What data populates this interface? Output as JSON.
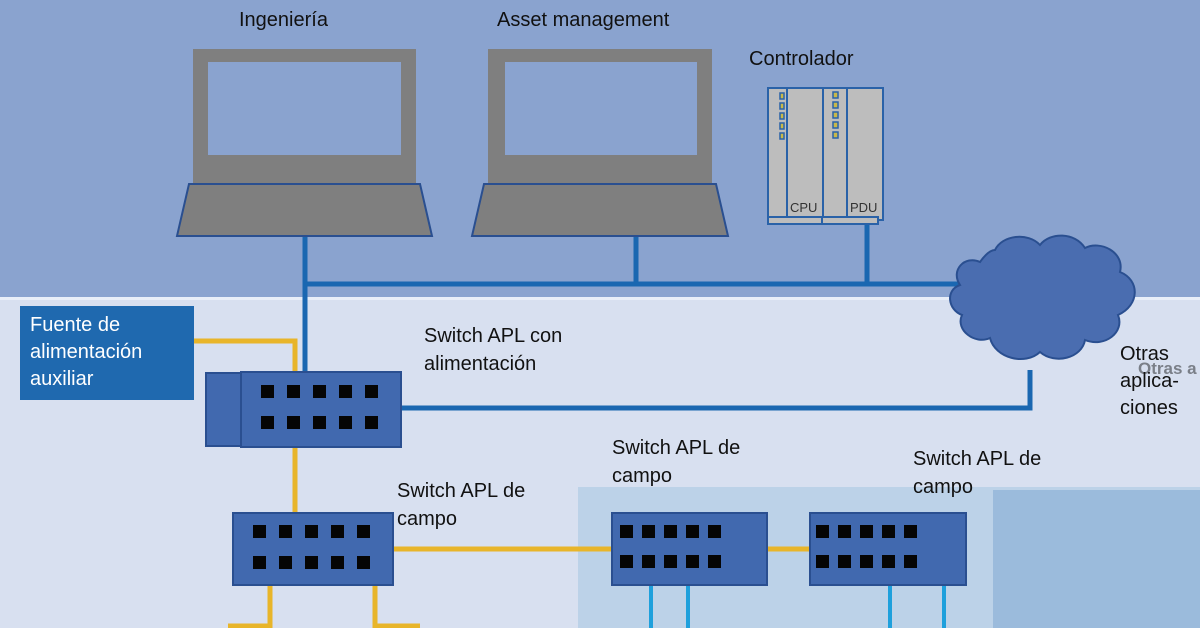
{
  "colors": {
    "backbone": "#1a67b1",
    "power_line": "#e8b52a",
    "field_line": "#1ea0dc",
    "switch_fill": "#4169af",
    "switch_border": "#2a4f90",
    "laptop_gray": "#7f7f7f",
    "cloud_fill": "#4a6db0"
  },
  "labels": {
    "engineering": "Ingeniería",
    "asset_management": "Asset management",
    "controller": "Controlador",
    "cpu": "CPU",
    "pdu": "PDU",
    "aux_power": "Fuente de\nalimentación\nauxiliar",
    "powered_switch": "Switch APL con\nalimentación",
    "field_switch_1": "Switch APL de\ncampo",
    "field_switch_2": "Switch APL de\ncampo",
    "field_switch_3": "Switch APL de\ncampo",
    "other_apps": "Otras\naplica-\nciones",
    "other_apps_ghost": "Otras a"
  }
}
